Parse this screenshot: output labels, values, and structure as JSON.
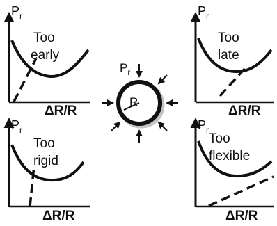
{
  "colors": {
    "ink": "#111111",
    "background": "#ffffff"
  },
  "panels": [
    {
      "id": "too-early",
      "title_lines": [
        "Too",
        "early"
      ],
      "y_axis_label": "P",
      "y_axis_subscript": "r",
      "x_axis_label": "ΔR/R"
    },
    {
      "id": "too-late",
      "title_lines": [
        "Too",
        "late"
      ],
      "y_axis_label": "P",
      "y_axis_subscript": "r",
      "x_axis_label": "ΔR/R"
    },
    {
      "id": "too-rigid",
      "title_lines": [
        "Too",
        "rigid"
      ],
      "y_axis_label": "P",
      "y_axis_subscript": "r",
      "x_axis_label": "ΔR/R"
    },
    {
      "id": "too-flexible",
      "title_lines": [
        "Too",
        "flexible"
      ],
      "y_axis_label": "P",
      "y_axis_subscript": "r",
      "x_axis_label": "ΔR/R"
    }
  ],
  "center": {
    "pressure_label": "P",
    "pressure_subscript": "r",
    "radius_label": "R"
  }
}
